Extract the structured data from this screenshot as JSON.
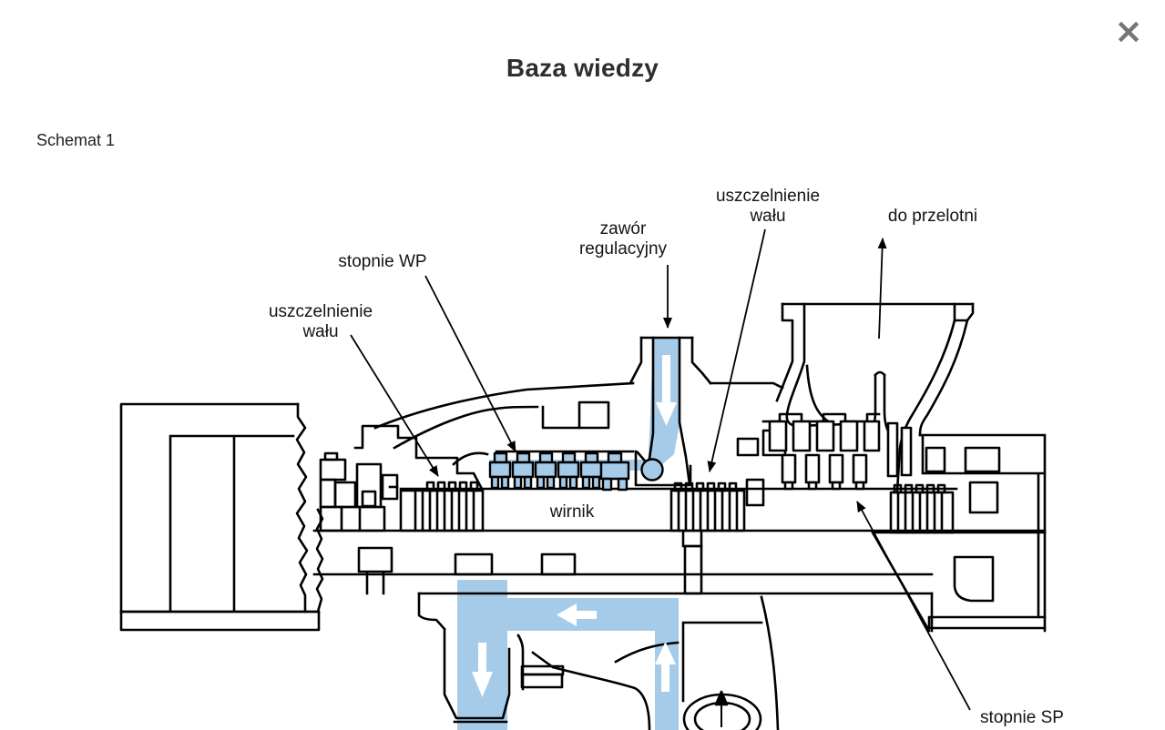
{
  "header": {
    "title": "Baza wiedzy"
  },
  "close_button": {
    "icon": "×"
  },
  "figure": {
    "caption": "Schemat 1"
  },
  "diagram": {
    "labels": {
      "stopnie_wp": "stopnie WP",
      "uszczelnienie_left": {
        "l1": "uszczelnienie",
        "l2": "wału"
      },
      "zawor": {
        "l1": "zawór",
        "l2": "regulacyjny"
      },
      "uszczelnienie_top": {
        "l1": "uszczelnienie",
        "l2": "wału"
      },
      "do_przelotni": "do przelotni",
      "wirnik": "wirnik",
      "stopnie_sp": "stopnie SP"
    },
    "colors": {
      "flow_blue": "#A6CBE8",
      "line": "#000000"
    }
  }
}
